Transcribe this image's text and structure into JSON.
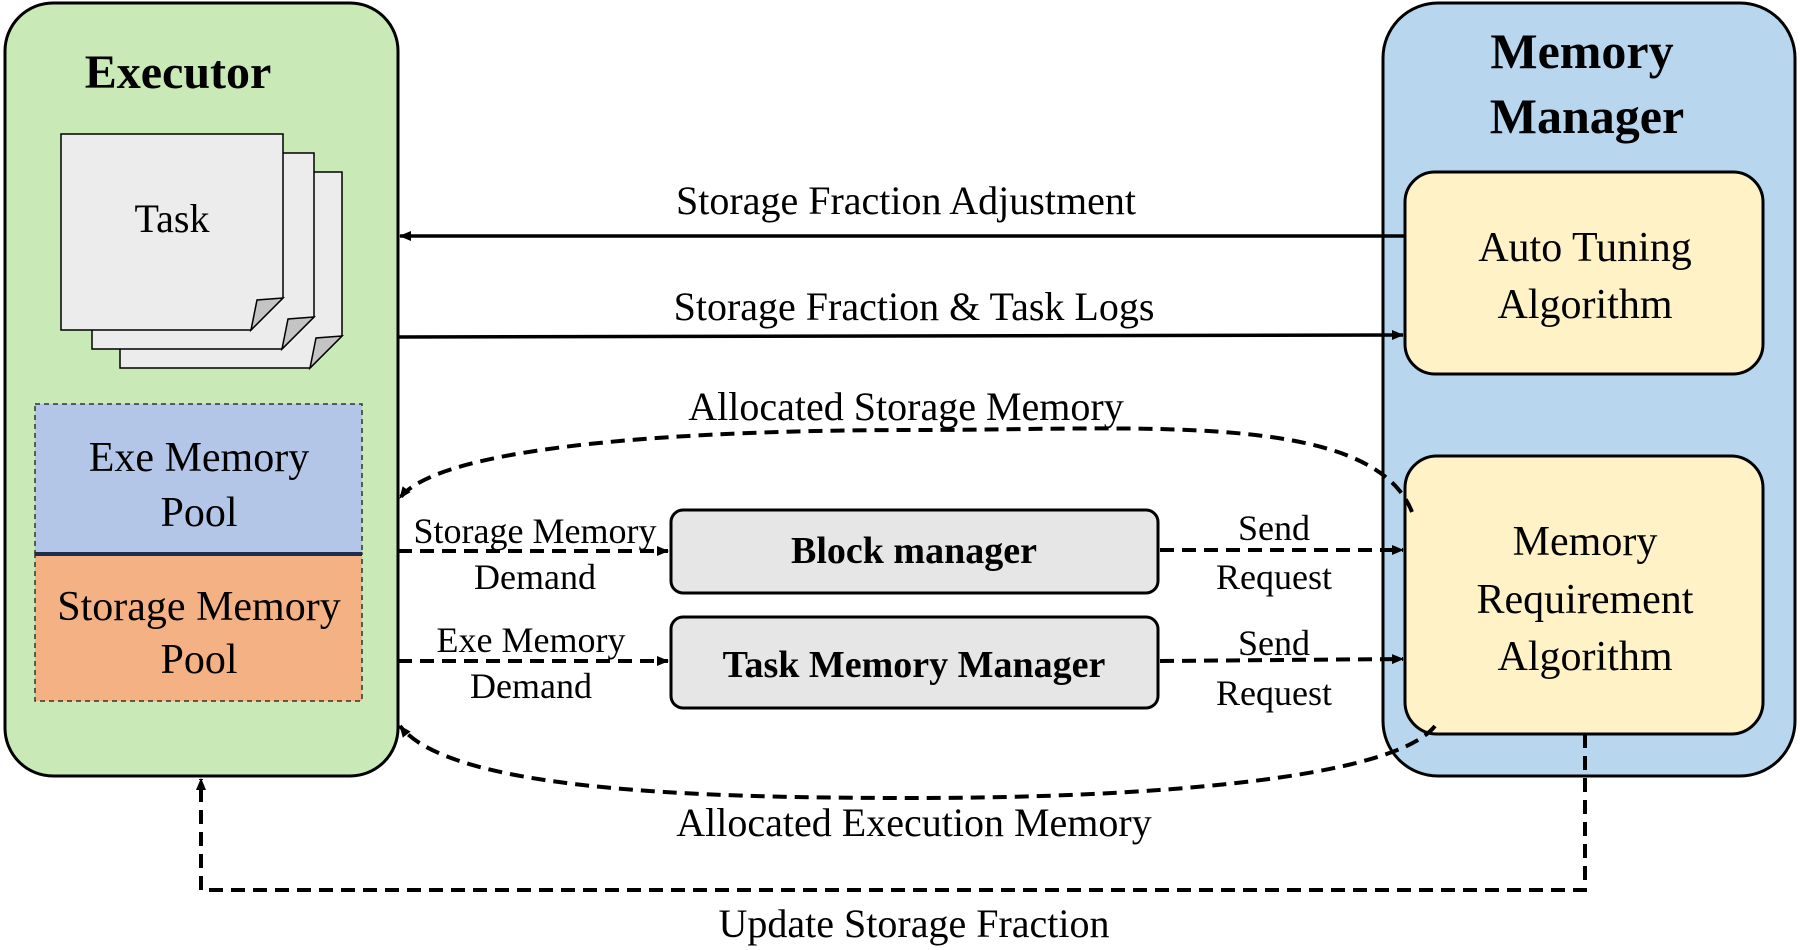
{
  "executor": {
    "title": "Executor",
    "task_label": "Task",
    "exe_pool_line1": "Exe Memory",
    "exe_pool_line2": "Pool",
    "storage_pool_line1": "Storage Memory",
    "storage_pool_line2": "Pool"
  },
  "memory_manager": {
    "title_line1": "Memory",
    "title_line2": "Manager",
    "auto_tuning_line1": "Auto Tuning",
    "auto_tuning_line2": "Algorithm",
    "mem_req_line1": "Memory",
    "mem_req_line2": "Requirement",
    "mem_req_line3": "Algorithm"
  },
  "middle": {
    "block_manager": "Block manager",
    "task_memory_manager": "Task Memory Manager"
  },
  "arrows": {
    "storage_fraction_adjustment": "Storage Fraction Adjustment",
    "storage_fraction_task_logs": "Storage Fraction & Task Logs",
    "allocated_storage_memory": "Allocated Storage Memory",
    "storage_demand_line1": "Storage Memory",
    "storage_demand_line2": "Demand",
    "exe_demand_line1": "Exe Memory",
    "exe_demand_line2": "Demand",
    "send_request_1_line1": "Send",
    "send_request_1_line2": "Request",
    "send_request_2_line1": "Send",
    "send_request_2_line2": "Request",
    "allocated_execution_memory": "Allocated Execution Memory",
    "update_storage_fraction": "Update Storage Fraction"
  },
  "colors": {
    "executor_fill": "#c9e9b7",
    "memory_manager_fill": "#b9d6ef",
    "algorithm_fill": "#fff2c7",
    "exe_pool_fill": "#b4c6e7",
    "storage_pool_fill": "#f4b183",
    "component_fill": "#e6e6e6",
    "task_fill": "#ececec"
  }
}
